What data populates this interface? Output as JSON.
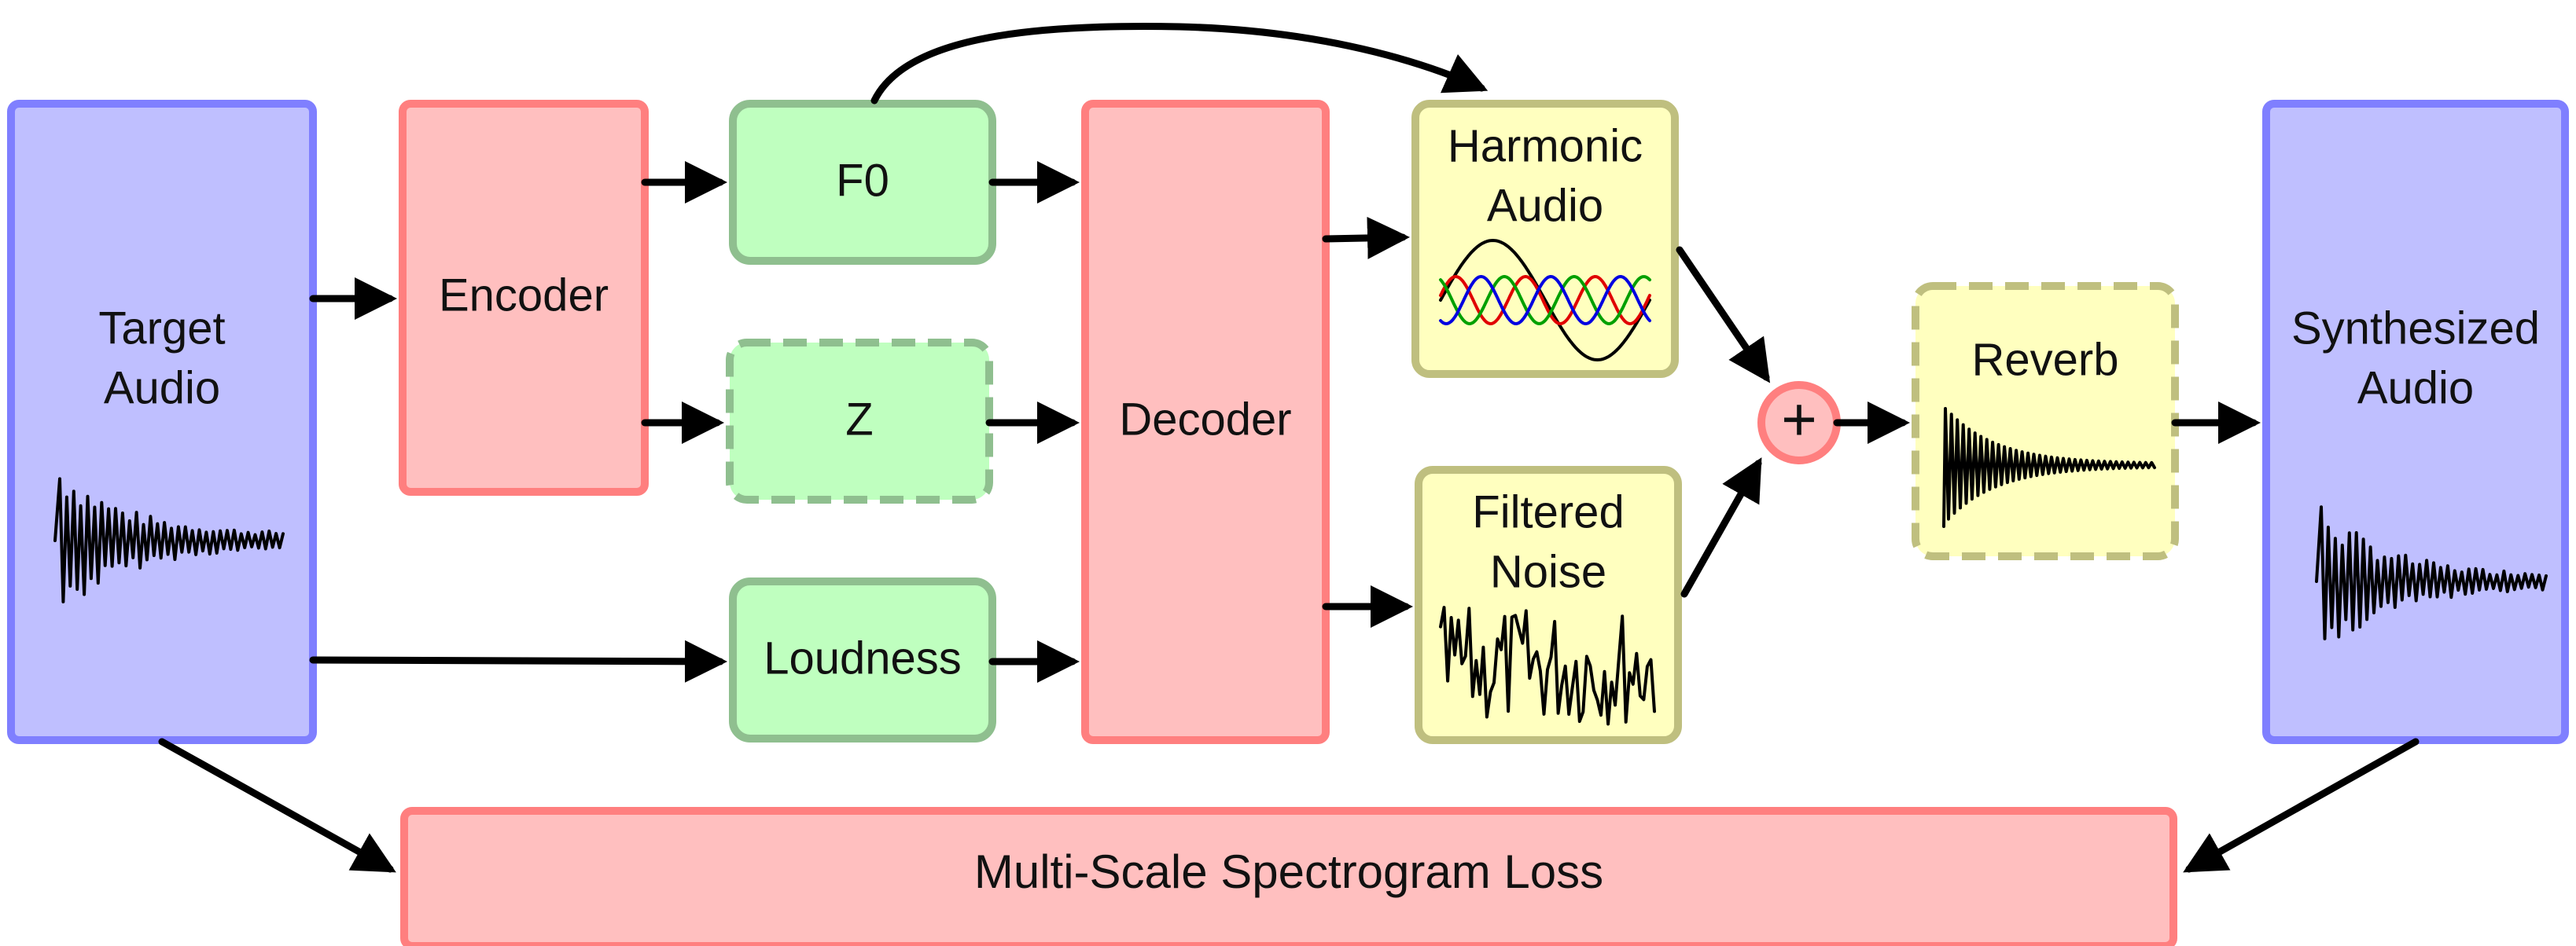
{
  "diagram": {
    "nodes": {
      "target_audio": {
        "label_line1": "Target",
        "label_line2": "Audio"
      },
      "encoder": {
        "label": "Encoder"
      },
      "f0": {
        "label": "F0"
      },
      "z": {
        "label": "Z"
      },
      "loudness": {
        "label": "Loudness"
      },
      "decoder": {
        "label": "Decoder"
      },
      "harmonic_audio": {
        "label_line1": "Harmonic",
        "label_line2": "Audio"
      },
      "filtered_noise": {
        "label_line1": "Filtered",
        "label_line2": "Noise"
      },
      "sum": {
        "label": "+"
      },
      "reverb": {
        "label": "Reverb"
      },
      "synthesized_audio": {
        "label_line1": "Synthesized",
        "label_line2": "Audio"
      },
      "loss": {
        "label": "Multi-Scale Spectrogram Loss"
      }
    },
    "colors": {
      "audio_fill": "#BFBFFF",
      "audio_stroke": "#7F7FFF",
      "model_fill": "#FFBFBF",
      "model_stroke": "#FF7F7F",
      "latent_fill": "#BFFFBF",
      "latent_stroke": "#8FBF8F",
      "synth_fill": "#FFFFBF",
      "synth_stroke": "#BFBF7F",
      "harmonic_red": "#E00000",
      "harmonic_green": "#00A000",
      "harmonic_blue": "#0000E0"
    }
  }
}
